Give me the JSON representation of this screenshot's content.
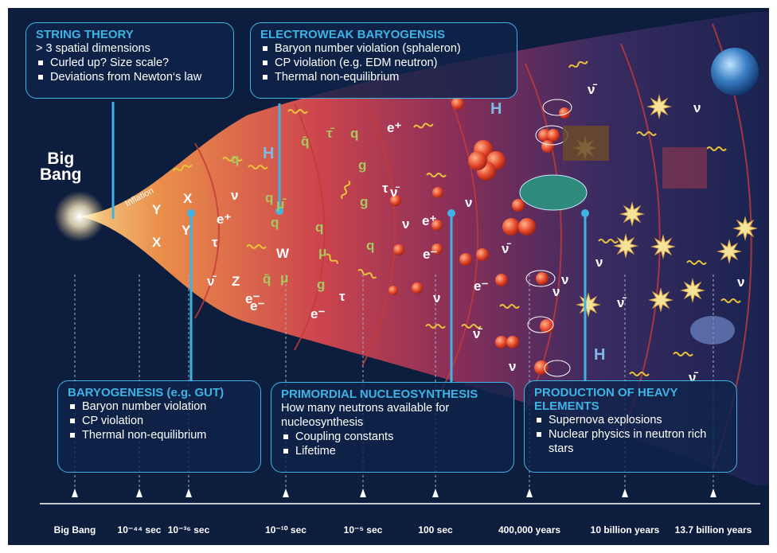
{
  "big_bang": {
    "line1": "Big",
    "line2": "Bang"
  },
  "inflation_label": "Inflation",
  "boxes": {
    "string_theory": {
      "title": "STRING THEORY",
      "intro": "> 3 spatial dimensions",
      "bullets": [
        "Curled up?  Size scale?",
        "Deviations from Newton‘s law"
      ]
    },
    "electroweak": {
      "title": "ELECTROWEAK BARYOGENSIS",
      "bullets": [
        "Baryon number violation (sphaleron)",
        "CP violation (e.g. EDM neutron)",
        "Thermal non-equilibrium"
      ]
    },
    "baryogenesis": {
      "title": "BARYOGENESIS (e.g. GUT)",
      "bullets": [
        "Baryon number violation",
        "CP violation",
        "Thermal non-equilibrium"
      ]
    },
    "nucleosynthesis": {
      "title": "PRIMORDIAL NUCLEOSYNTHESIS",
      "intro1": "How many neutrons available for",
      "intro2": "nucleosynthesis",
      "bullets": [
        "Coupling constants",
        "Lifetime"
      ]
    },
    "heavy_elements": {
      "title1": "PRODUCTION OF HEAVY",
      "title2": "ELEMENTS",
      "bullets": [
        "Supernova explosions",
        "Nuclear physics in neutron rich stars"
      ]
    }
  },
  "timeline": {
    "labels": [
      "Big Bang",
      "10⁻⁴⁴ sec",
      "10⁻³⁶ sec",
      "10⁻¹⁰ sec",
      "10⁻⁵ sec",
      "100 sec",
      "400,000 years",
      "10 billion years",
      "13.7 billion years"
    ]
  },
  "particles": [
    "Y",
    "X",
    "q",
    "ν",
    "q",
    "X",
    "Y",
    "e⁺",
    "q",
    "τ",
    "ν̄",
    "Z",
    "q̄",
    "e⁻",
    "H",
    "τ̄",
    "q̄",
    "q",
    "g",
    "τ",
    "μ̄",
    "g",
    "q",
    "q",
    "μ",
    "W",
    "μ",
    "e⁻",
    "g",
    "τ",
    "e⁻",
    "e⁺",
    "ν̄",
    "ν",
    "e⁺",
    "e⁻",
    "ν",
    "e⁻",
    "H",
    "ν",
    "ν̄",
    "ν",
    "H",
    "ν̄",
    "ν",
    "ν",
    "ν̄",
    "ν",
    "ν̄",
    "ν",
    "ν",
    "ν̄"
  ],
  "colors": {
    "background": "#0d1d3e",
    "accent": "#3fb3e3",
    "particle_q": "#a7c760",
    "particle_default": "#ffffff"
  }
}
